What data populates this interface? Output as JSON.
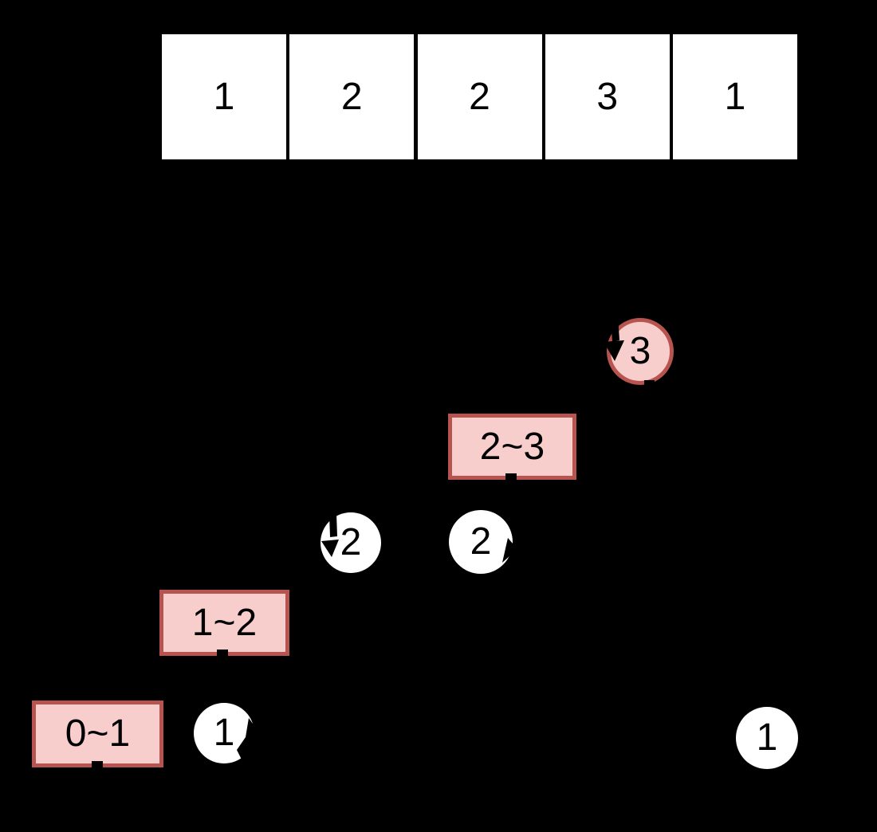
{
  "array": {
    "cells": [
      "1",
      "2",
      "2",
      "3",
      "1"
    ]
  },
  "ranges": [
    {
      "label": "0~1"
    },
    {
      "label": "1~2"
    },
    {
      "label": "2~3"
    }
  ],
  "nodes": [
    {
      "id": "node-3",
      "value": "3"
    },
    {
      "id": "node-2-left",
      "value": "2"
    },
    {
      "id": "node-2-right",
      "value": "2"
    },
    {
      "id": "node-1-left",
      "value": "1"
    },
    {
      "id": "node-1-right",
      "value": "1"
    }
  ],
  "colors": {
    "background": "#000000",
    "cell_fill": "#ffffff",
    "node_fill": "#ffffff",
    "highlight_fill": "#f8cecc",
    "highlight_stroke": "#b85450",
    "text": "#000000",
    "arrow": "#000000"
  }
}
